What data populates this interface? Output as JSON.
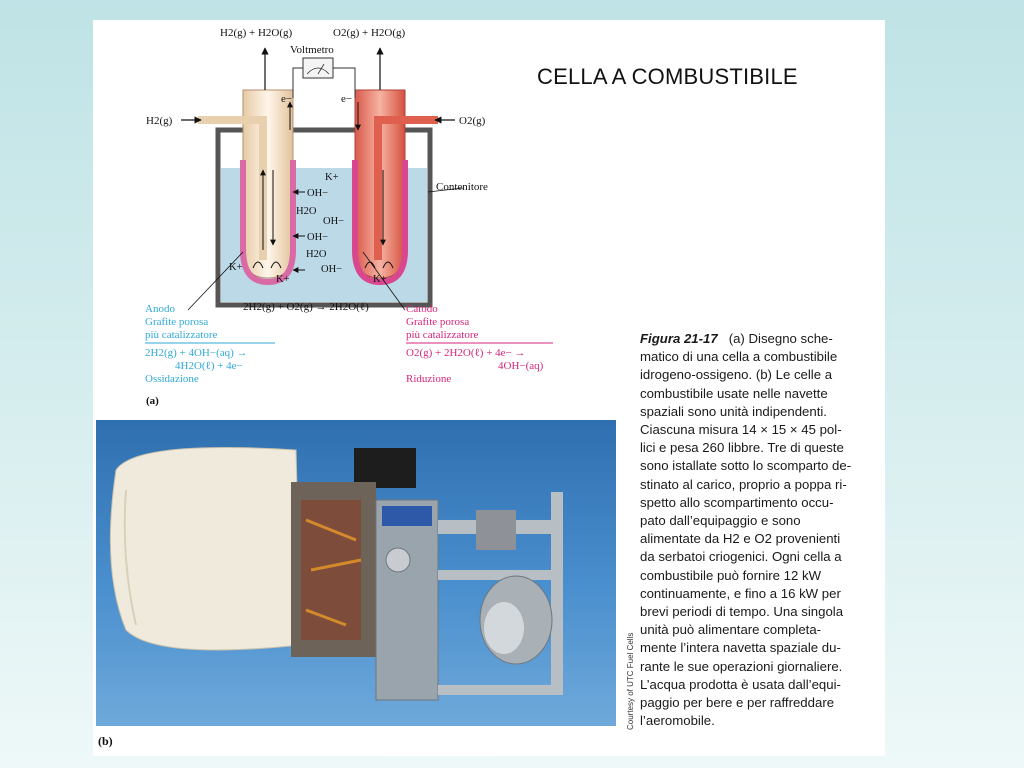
{
  "slide_title": "CELLA A COMBUSTIBILE",
  "diagram": {
    "top_left": "H2(g) + H2O(g)",
    "top_right": "O2(g) + H2O(g)",
    "voltmeter": "Voltmetro",
    "electron_left": "e−",
    "electron_right": "e−",
    "h2_in": "H2(g)",
    "o2_in": "O2(g)",
    "container": "Contenitore",
    "ions": [
      "K+",
      "OH−",
      "H2O",
      "OH−",
      "OH−",
      "H2O",
      "OH−",
      "K+",
      "K+",
      "K+"
    ],
    "overall": "2H2(g) + O2(g) → 2H2O(ℓ)",
    "anode": {
      "name": "Anodo",
      "line1": "Grafite porosa",
      "line2": "più catalizzatore",
      "eq1": "2H2(g) + 4OH−(aq) →",
      "eq2": "4H2O(ℓ) + 4e−",
      "type": "Ossidazione"
    },
    "cathode": {
      "name": "Catodo",
      "line1": "Grafite porosa",
      "line2": "più catalizzatore",
      "eq1": "O2(g) + 2H2O(ℓ) + 4e− →",
      "eq2": "4OH−(aq)",
      "type": "Riduzione"
    },
    "label_a": "(a)",
    "colors": {
      "anode": "#2fa9d6",
      "cathode": "#d6247a"
    }
  },
  "photo": {
    "courtesy": "Courtesy of UTC Fuel Cells",
    "label_b": "(b)"
  },
  "caption": {
    "title": "Figura 21-17",
    "first_line": "(a) Disegno sche-",
    "lines": [
      "matico di una cella a combustibile",
      "idrogeno-ossigeno. (b) Le celle a",
      "combustibile usate nelle navette",
      "spaziali sono unità indipendenti.",
      "Ciascuna misura 14 × 15 × 45 pol-",
      "lici e pesa 260 libbre. Tre di queste",
      "sono istallate sotto lo scomparto de-",
      "stinato al carico, proprio a poppa ri-",
      "spetto allo scompartimento occu-",
      "pato dall’equipaggio e sono",
      "alimentate da H2 e O2 provenienti",
      "da serbatoi criogenici. Ogni cella a",
      "combustibile può fornire 12 kW",
      "continuamente, e fino a 16 kW per",
      "brevi periodi di tempo. Una singola",
      "unità può alimentare completa-",
      "mente l’intera navetta spaziale du-",
      "rante le sue operazioni giornaliere.",
      "L’acqua prodotta è usata dall’equi-",
      "paggio per bere e per raffreddare",
      "l’aeromobile."
    ]
  }
}
